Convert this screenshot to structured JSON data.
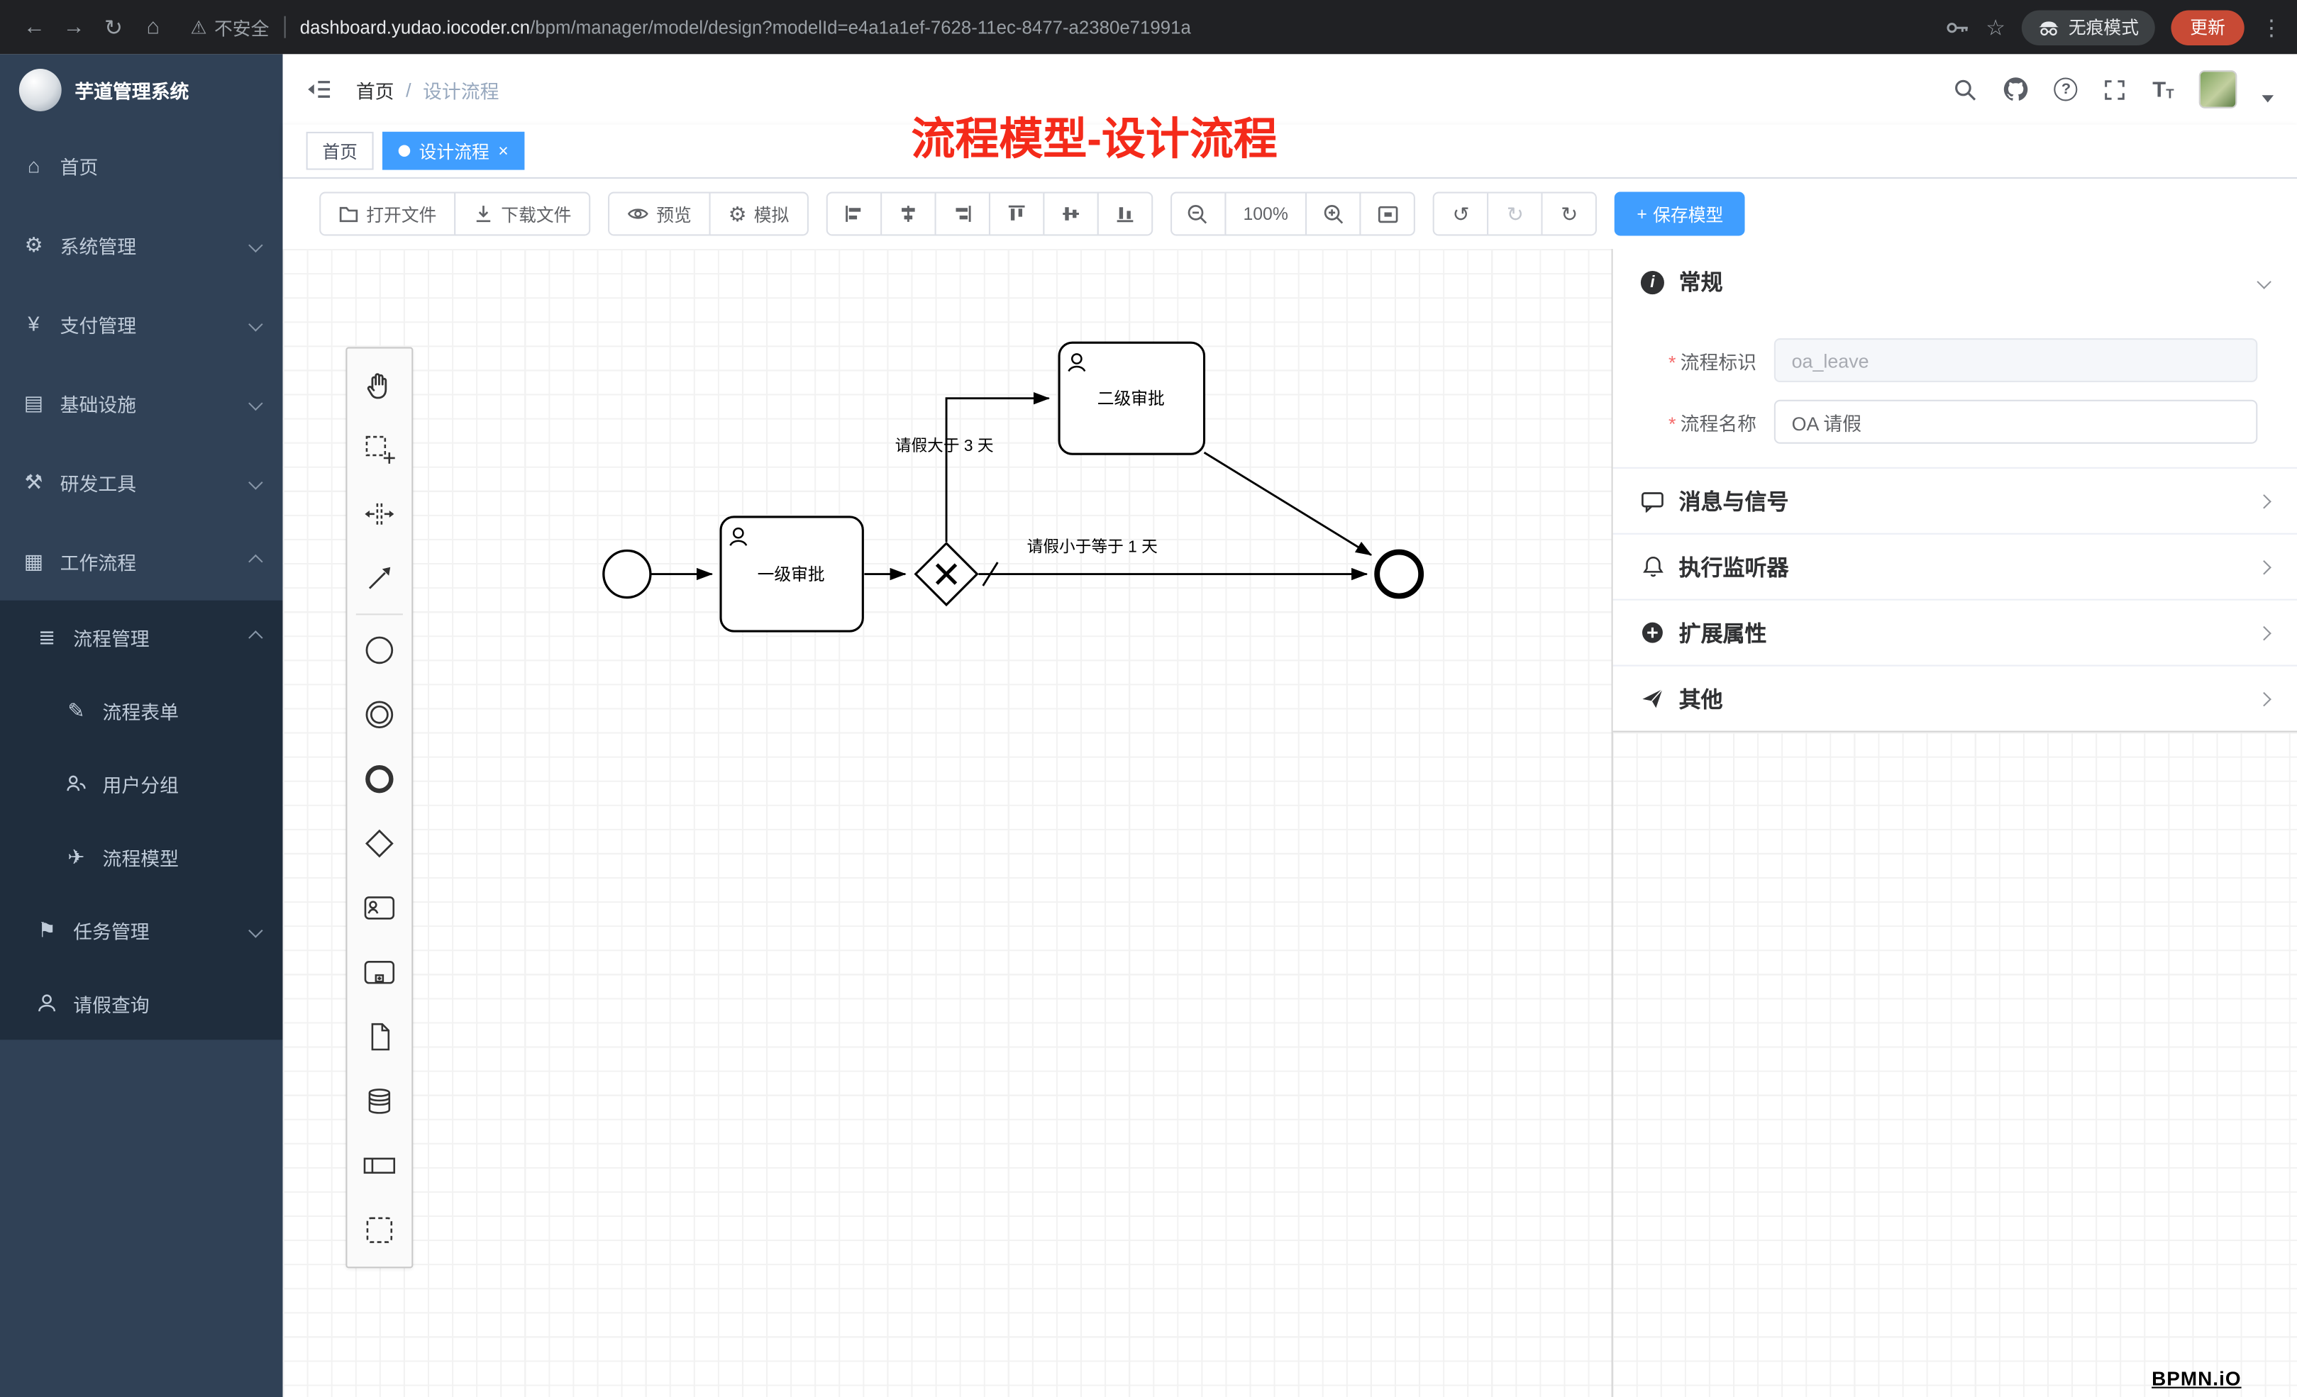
{
  "colors": {
    "accent": "#409eff",
    "annotation_red": "#f42a1a",
    "sidebar_bg": "#304156",
    "sidebar_submenu_bg": "#1f2d3d",
    "chrome_bg": "#202124",
    "update_button_bg": "#c84a35",
    "save_button_bg": "#409eff"
  },
  "browser": {
    "security_label": "不安全",
    "url_host": "dashboard.yudao.iocoder.cn",
    "url_path": "/bpm/manager/model/design?modelId=e4a1a1ef-7628-11ec-8477-a2380e71991a",
    "incognito_label": "无痕模式",
    "update_label": "更新"
  },
  "icons": {
    "back": "←",
    "forward": "→",
    "reload": "↻",
    "home": "⌂",
    "warning": "⚠",
    "star": "☆",
    "overflow": "⋮",
    "menu_home": "⌂",
    "menu_system": "⚙",
    "menu_pay": "¥",
    "menu_infra": "▤",
    "menu_dev": "⚒",
    "menu_flow": "▦",
    "menu_pm": "≣",
    "menu_form": "✎",
    "menu_model": "✈",
    "menu_task": "⚑",
    "gear": "⚙",
    "undo": "↺",
    "redo": "↻",
    "refresh": "↻",
    "plus": "+",
    "close": "×",
    "question": "?",
    "font_big": "T",
    "font_small": "T"
  },
  "sidebar": {
    "app_title": "芋道管理系统",
    "items": [
      "首页",
      "系统管理",
      "支付管理",
      "基础设施",
      "研发工具",
      "工作流程",
      "流程管理",
      "流程表单",
      "用户分组",
      "流程模型",
      "任务管理",
      "请假查询"
    ]
  },
  "header": {
    "breadcrumb_home": "首页",
    "breadcrumb_sep": "/",
    "breadcrumb_current": "设计流程"
  },
  "tabs": {
    "home": "首页",
    "active": "设计流程"
  },
  "annotation": {
    "text": "流程模型-设计流程"
  },
  "toolbar": {
    "open": "打开文件",
    "download": "下载文件",
    "preview": "预览",
    "simulate": "模拟",
    "zoom": "100%",
    "save": "保存模型"
  },
  "diagram": {
    "task1": "一级审批",
    "task2": "二级审批",
    "flow_gt": "请假大于 3 天",
    "flow_lte": "请假小于等于 1 天"
  },
  "props": {
    "general": "常规",
    "required_mark": "*",
    "key_label": "流程标识",
    "key_value": "oa_leave",
    "name_label": "流程名称",
    "name_value": "OA 请假",
    "message": "消息与信号",
    "listener": "执行监听器",
    "extension": "扩展属性",
    "other": "其他"
  },
  "watermark": "BPMN.iO"
}
